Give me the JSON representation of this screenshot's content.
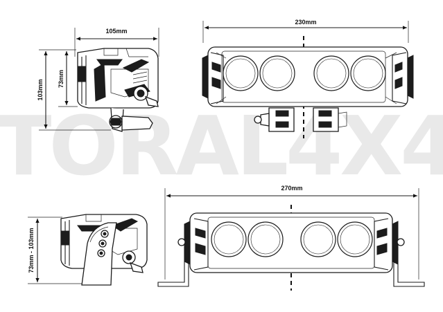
{
  "watermark": {
    "text": "TORAL4X4"
  },
  "dimensions": {
    "side_width": "105mm",
    "side_total_height": "103mm",
    "side_body_height": "73mm",
    "front_width": "230mm",
    "bottom_width": "270mm",
    "bottom_side_height": "73mm - 103mm"
  }
}
